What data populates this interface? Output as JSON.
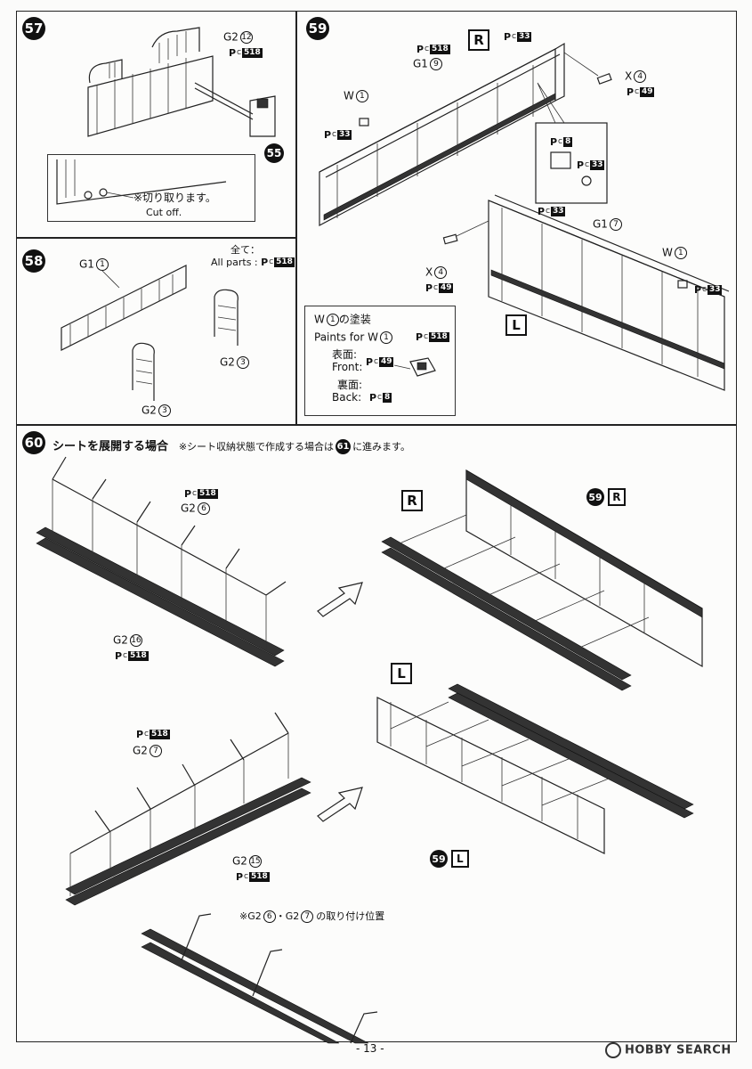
{
  "page": {
    "number": "- 13 -"
  },
  "watermark": {
    "text": "HOBBY SEARCH",
    "icon": "hobby-search-logo-icon"
  },
  "paint_mark": {
    "prefix": "P",
    "sub": "C"
  },
  "step57": {
    "badge": "57",
    "label_g2": "G2",
    "num_g2": "12",
    "pc_g2": "518",
    "ref_badge": "55",
    "note_jp": "※切り取ります。",
    "note_en": "Cut off."
  },
  "step58": {
    "badge": "58",
    "all_jp": "全て：",
    "all_en": "All parts :",
    "pc_all": "518",
    "label_g1": "G1",
    "num_g1": "1",
    "label_g2a": "G2",
    "num_g2a": "3",
    "label_g2b": "G2",
    "num_g2b": "3"
  },
  "step59": {
    "badge": "59",
    "r_letter": "R",
    "l_letter": "L",
    "pc_g1_r": "518",
    "label_g1_r": "G1",
    "num_g1_r": "9",
    "pc_top_r": "33",
    "label_x_r": "X",
    "num_x_r": "4",
    "pc_x_r": "49",
    "label_w_r": "W",
    "num_w_r": "1",
    "pc_w_r": "33",
    "pc_inset_a": "8",
    "pc_inset_b": "33",
    "pc_inset_c": "33",
    "label_g1_l": "G1",
    "num_g1_l": "7",
    "label_w_l": "W",
    "num_w_l": "1",
    "pc_w_l": "33",
    "label_x_l": "X",
    "num_x_l": "4",
    "pc_x_l": "49",
    "paint_box": {
      "title_jp": "W",
      "title_num": "1",
      "title_jp_suffix": "の塗装",
      "title_en": "Paints for W",
      "title_en_num": "1",
      "pc_main": "518",
      "front_jp": "表面:",
      "front_en": "Front:",
      "pc_front": "49",
      "back_jp": "裏面:",
      "back_en": "Back:",
      "pc_back": "8"
    }
  },
  "step60": {
    "badge": "60",
    "title": "シートを展開する場合",
    "note_pre": "※シート収納状態で作成する場合は",
    "note_ref": "61",
    "note_post": "に進みます。",
    "a_pc": "518",
    "a_label": "G2",
    "a_num": "6",
    "b_label": "G2",
    "b_num": "16",
    "b_pc": "518",
    "c_pc": "518",
    "c_label": "G2",
    "c_num": "7",
    "d_label": "G2",
    "d_num": "15",
    "d_pc": "518",
    "r_letter": "R",
    "ref_r": "59",
    "ref_r_letter": "R",
    "l_letter": "L",
    "ref_l": "59",
    "ref_l_letter": "L",
    "pos_note_pre": "※G2",
    "pos_note_n1": "6",
    "pos_note_mid": "・G2",
    "pos_note_n2": "7",
    "pos_note_post": "の取り付け位置"
  }
}
